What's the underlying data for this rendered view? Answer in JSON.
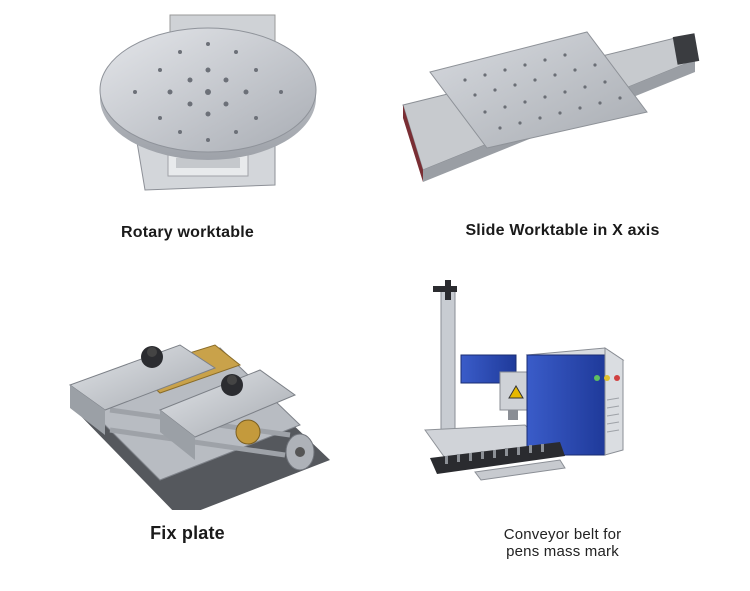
{
  "items": [
    {
      "caption": "Rotary worktable",
      "icon": "rotary-worktable-image"
    },
    {
      "caption": "Slide Worktable in X axis",
      "icon": "slide-worktable-image"
    },
    {
      "caption": "Fix plate",
      "icon": "fix-plate-image"
    },
    {
      "caption": "Conveyor belt for pens mass mark",
      "caption_lines": [
        "Conveyor belt for",
        "pens mass mark"
      ],
      "icon": "conveyor-belt-image"
    }
  ]
}
